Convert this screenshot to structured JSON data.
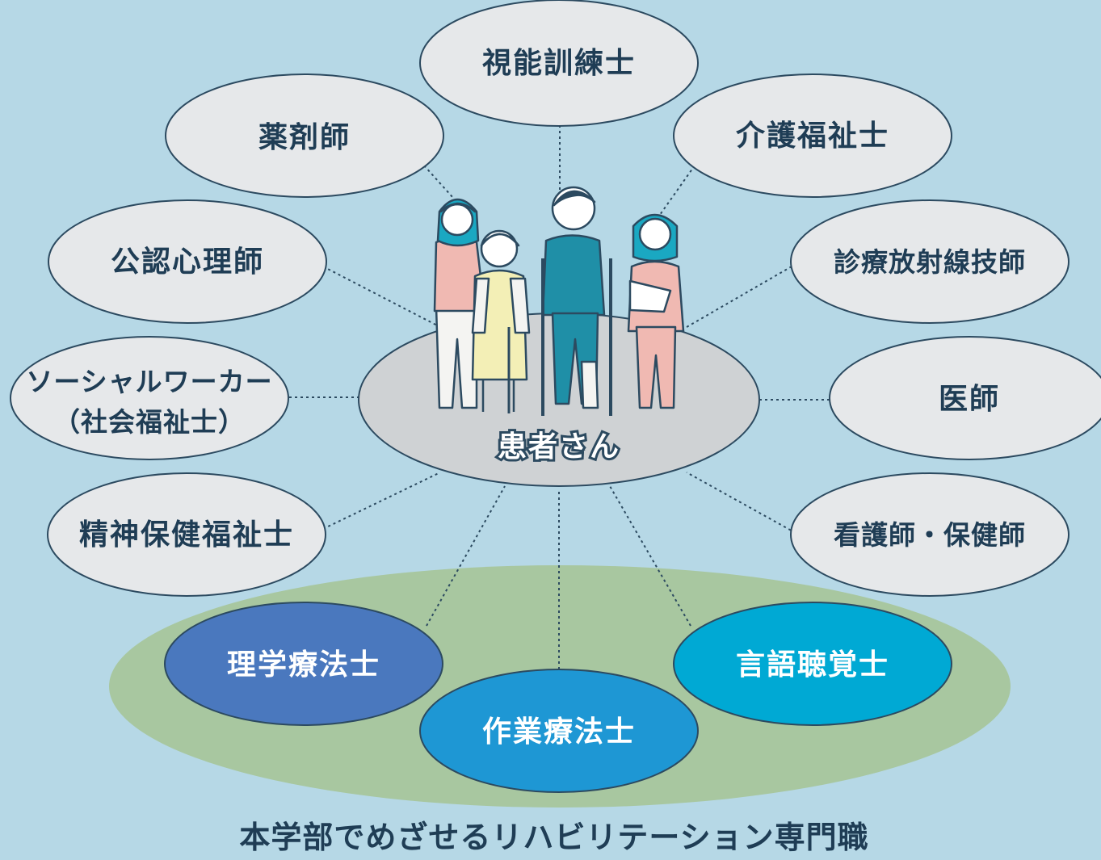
{
  "center": {
    "label": "患者さん"
  },
  "nodes": {
    "orthoptist": "視能訓練士",
    "pharmacist": "薬剤師",
    "care_worker": "介護福祉士",
    "psychologist": "公認心理師",
    "radiologic_technologist": "診療放射線技師",
    "social_worker_line1": "ソーシャルワーカー",
    "social_worker_line2": "（社会福祉士）",
    "doctor": "医師",
    "psychiatric_social_worker": "精神保健福祉士",
    "nurse": "看護師・保健師"
  },
  "rehab_nodes": {
    "physical_therapist": "理学療法士",
    "occupational_therapist": "作業療法士",
    "speech_therapist": "言語聴覚士"
  },
  "footer": {
    "label": "本学部でめざせるリハビリテーション専門職"
  },
  "colors": {
    "background": "#b6d8e6",
    "node_fill": "#e6e8ea",
    "center_fill": "#cfd2d4",
    "rehab_area": "#a8c7a0",
    "physical_therapist": "#4a78be",
    "occupational_therapist": "#1e97d4",
    "speech_therapist": "#00a9d4",
    "outline": "#2c4a60"
  }
}
